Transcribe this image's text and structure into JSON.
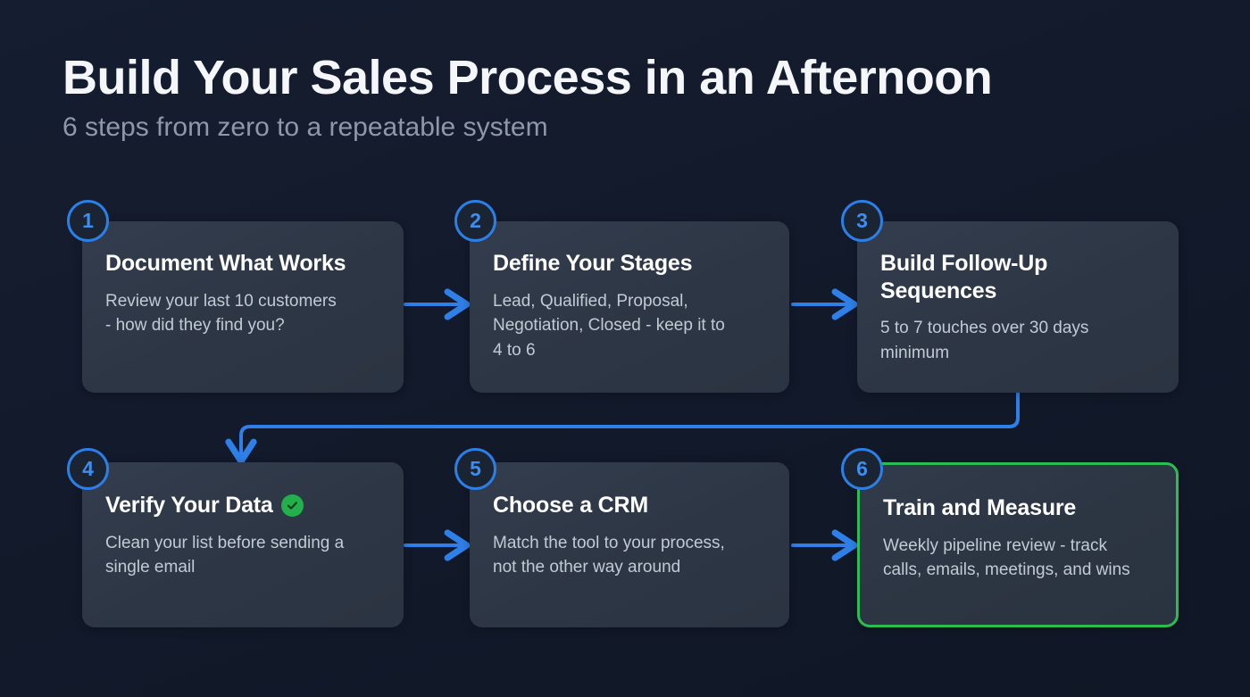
{
  "header": {
    "title": "Build Your Sales Process in an Afternoon",
    "subtitle": "6 steps from zero to a repeatable system"
  },
  "colors": {
    "background": "#131b2c",
    "card": "#2e3848",
    "accent_blue": "#2c7fe6",
    "arrow_blue": "#2f7fe8",
    "highlight_green": "#2bbd52",
    "check_green": "#22b04d",
    "title_text": "#f4f6fa",
    "subtitle_text": "#8e98ab",
    "body_text": "#c2cad6"
  },
  "steps": [
    {
      "number": "1",
      "title": "Document What Works",
      "description": "Review your last 10 customers\n- how did they find you?",
      "highlighted": false,
      "has_check": false
    },
    {
      "number": "2",
      "title": "Define Your Stages",
      "description": "Lead, Qualified, Proposal,\nNegotiation, Closed - keep it to\n4 to 6",
      "highlighted": false,
      "has_check": false
    },
    {
      "number": "3",
      "title": "Build Follow-Up\nSequences",
      "description": "5 to 7 touches over 30 days\nminimum",
      "highlighted": false,
      "has_check": false
    },
    {
      "number": "4",
      "title": "Verify Your Data",
      "description": "Clean your list before sending a\nsingle email",
      "highlighted": false,
      "has_check": true,
      "check_icon": "check-circle-icon"
    },
    {
      "number": "5",
      "title": "Choose a CRM",
      "description": "Match the tool to your process,\nnot the other way around",
      "highlighted": false,
      "has_check": false
    },
    {
      "number": "6",
      "title": "Train and Measure",
      "description": "Weekly pipeline review - track\ncalls, emails, meetings, and wins",
      "highlighted": true,
      "has_check": false
    }
  ],
  "connectors": [
    {
      "name": "arrow-step1-to-step2",
      "type": "horizontal-arrow"
    },
    {
      "name": "arrow-step2-to-step3",
      "type": "horizontal-arrow"
    },
    {
      "name": "arrow-step3-to-step4",
      "type": "wrap-arrow"
    },
    {
      "name": "arrow-step4-to-step5",
      "type": "horizontal-arrow"
    },
    {
      "name": "arrow-step5-to-step6",
      "type": "horizontal-arrow"
    }
  ]
}
